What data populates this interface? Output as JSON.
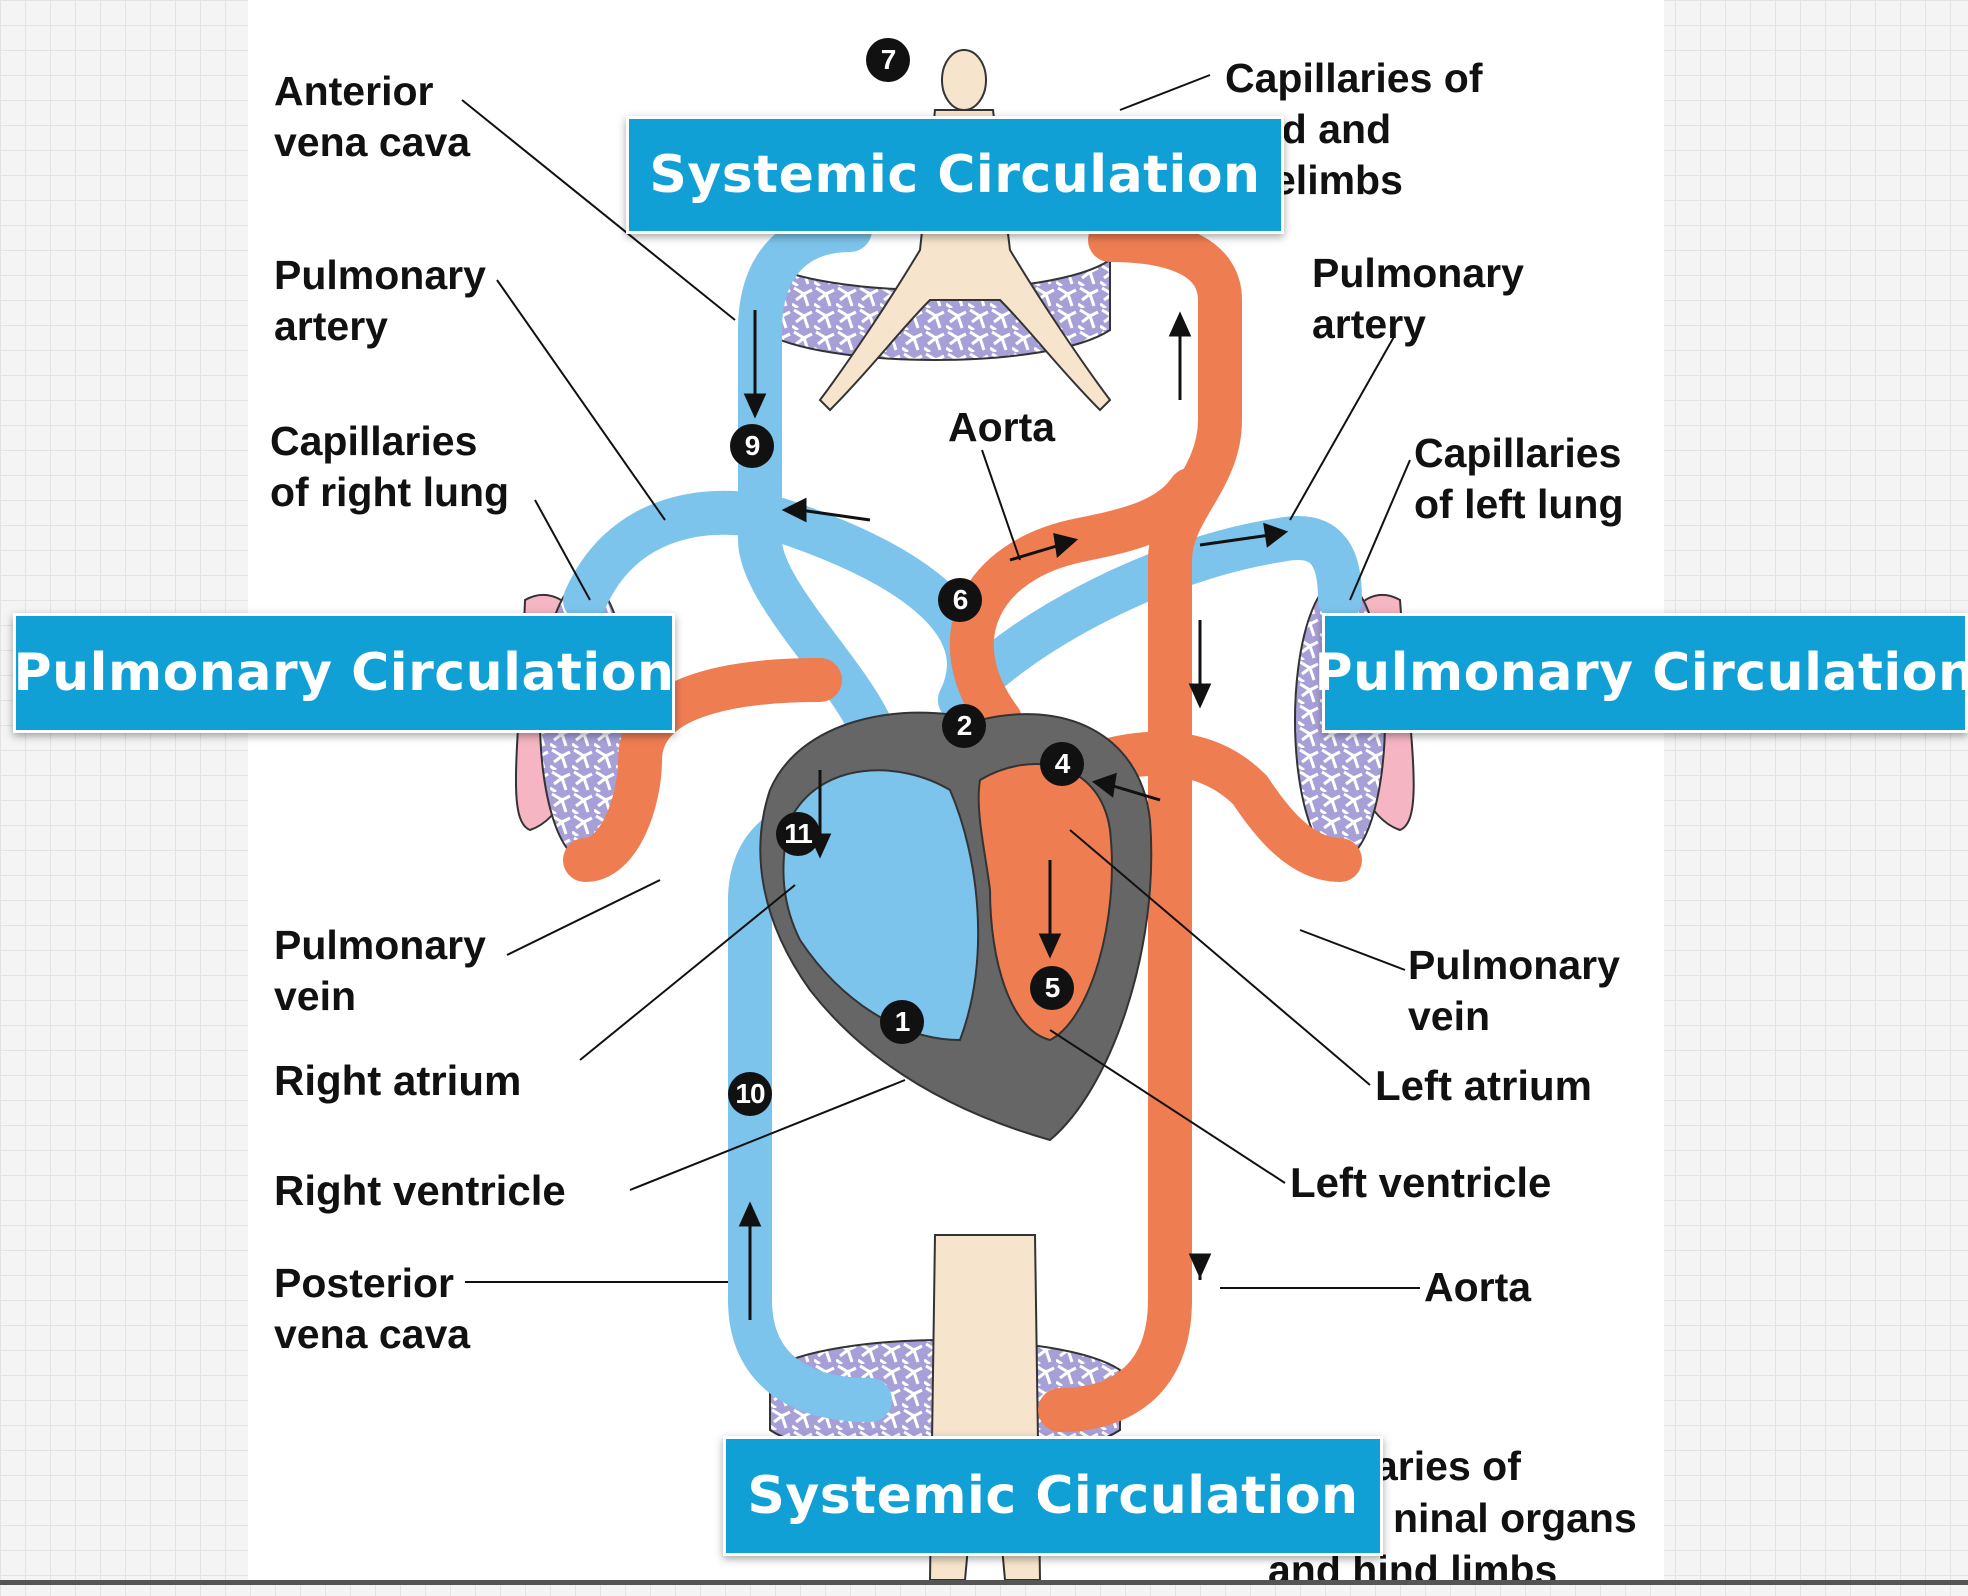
{
  "labels": {
    "anterior_vena_cava": [
      "Anterior",
      "vena cava"
    ],
    "pulmonary_artery_left_side": [
      "Pulmonary",
      "artery"
    ],
    "capillaries_right_lung": [
      "Capillaries",
      "of right lung"
    ],
    "pulmonary_vein_left_side": [
      "Pulmonary",
      "vein"
    ],
    "right_atrium": "Right atrium",
    "right_ventricle": "Right ventricle",
    "posterior_vena_cava": [
      "Posterior",
      "vena cava"
    ],
    "capillaries_head": [
      "Capillaries of",
      "ad and",
      "elimbs"
    ],
    "pulmonary_artery_right_side": [
      "Pulmonary",
      "artery"
    ],
    "aorta_top": "Aorta",
    "capillaries_left_lung": [
      "Capillaries",
      "of left lung"
    ],
    "pulmonary_vein_right_side": [
      "Pulmonary",
      "vein"
    ],
    "left_atrium": "Left atrium",
    "left_ventricle": "Left ventricle",
    "aorta_bottom": "Aorta",
    "capillaries_abdominal": [
      "aries of",
      "ninal organs",
      "and hind limbs"
    ]
  },
  "callouts": {
    "systemic_top": "Systemic Circulation",
    "pulmonary_left": "Pulmonary Circulation",
    "pulmonary_right": "Pulmonary Circulation",
    "systemic_bottom": "Systemic Circulation"
  },
  "step_numbers": [
    "1",
    "2",
    "4",
    "5",
    "6",
    "7",
    "9",
    "10",
    "11"
  ],
  "colors": {
    "deoxygenated": "#7cc4ec",
    "oxygenated": "#ef7d52",
    "capillary": "#a7a0d8",
    "callout": "#11a0d6",
    "lung": "#f5b5c3",
    "heart_wall": "#666666",
    "body": "#f6e4cd"
  }
}
